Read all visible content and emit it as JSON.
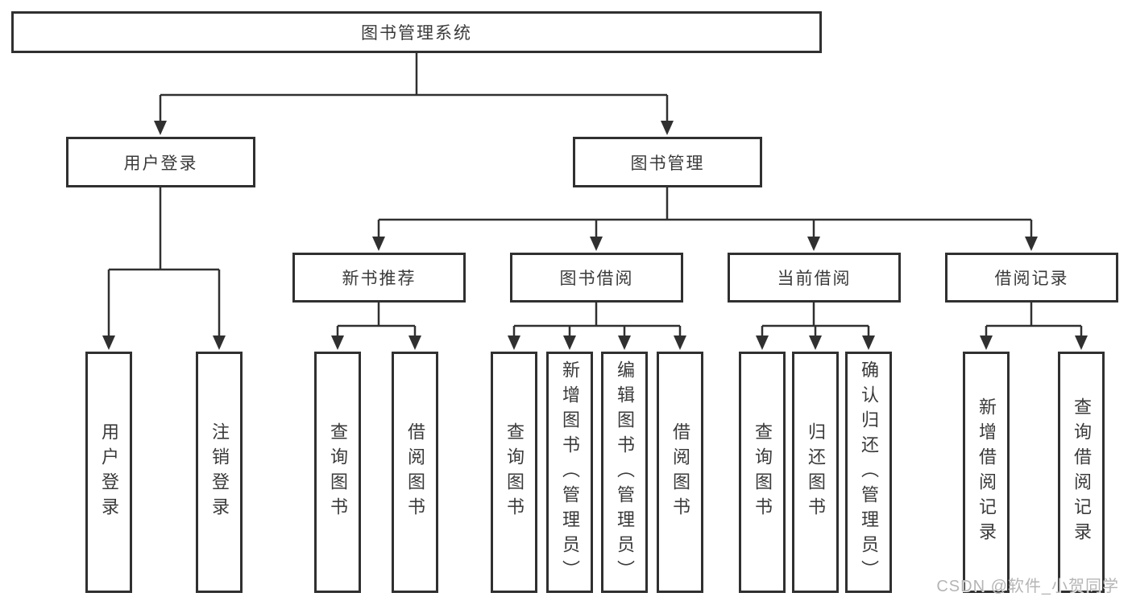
{
  "tree": {
    "label": "图书管理系统",
    "children": [
      {
        "label": "用户登录",
        "children": [
          {
            "label": "用户登录"
          },
          {
            "label": "注销登录"
          }
        ]
      },
      {
        "label": "图书管理",
        "children": [
          {
            "label": "新书推荐",
            "children": [
              {
                "label": "查询图书"
              },
              {
                "label": "借阅图书"
              }
            ]
          },
          {
            "label": "图书借阅",
            "children": [
              {
                "label": "查询图书"
              },
              {
                "label": "新增图书（管理员）"
              },
              {
                "label": "编辑图书（管理员）"
              },
              {
                "label": "借阅图书"
              }
            ]
          },
          {
            "label": "当前借阅",
            "children": [
              {
                "label": "查询图书"
              },
              {
                "label": "归还图书"
              },
              {
                "label": "确认归还（管理员）"
              }
            ]
          },
          {
            "label": "借阅记录",
            "children": [
              {
                "label": "新增借阅记录"
              },
              {
                "label": "查询借阅记录"
              }
            ]
          }
        ]
      }
    ]
  },
  "watermark": {
    "text": "CSDN @软件_小贺同学"
  },
  "colors": {
    "line": "#303030",
    "text": "#3a3a3a",
    "watermark": "#b5b5b5",
    "background": "#ffffff"
  }
}
